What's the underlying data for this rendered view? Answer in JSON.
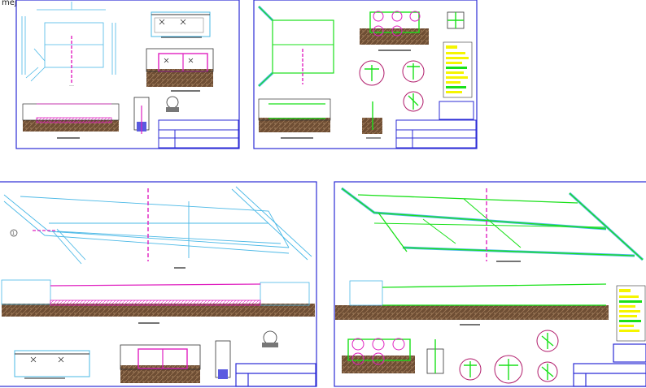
{
  "corner_text": "mej",
  "section_marker": "1",
  "colors": {
    "sheet_border": "#2b2bd6",
    "title_block": "#2b2bd6",
    "structure_cyan": "#4ab8e6",
    "rebar_green": "#19e019",
    "rebar_magenta": "#e020c0",
    "rebar_red": "#e01a1a",
    "soil_brown": "#7a5a3c",
    "notes_yellow": "#f5f500",
    "dim_cyan": "#22d0e0",
    "ink": "#1a1a1a"
  },
  "sheets": [
    {
      "id": "sheet-1",
      "content": "plan-elevation-box-culvert"
    },
    {
      "id": "sheet-2",
      "content": "reinforcement-plan-details"
    },
    {
      "id": "sheet-3",
      "content": "large-plan-longitudinal-section"
    },
    {
      "id": "sheet-4",
      "content": "large-reinforcement-plan-section"
    }
  ]
}
